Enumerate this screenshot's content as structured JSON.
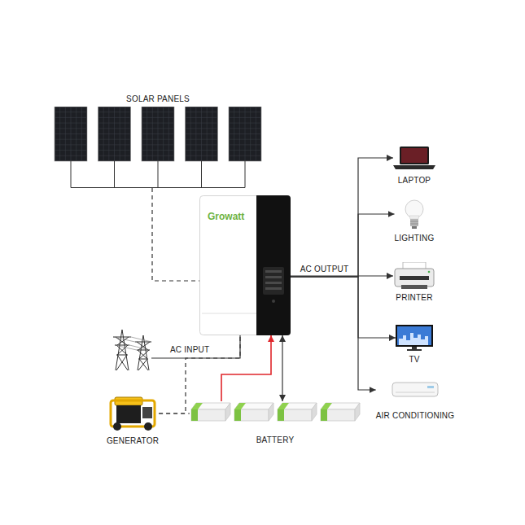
{
  "diagram": {
    "nodes": [
      {
        "text": [
          "SOLAR PANELS"
        ]
      },
      {
        "text": [
          "Growatt"
        ]
      },
      {
        "text": [
          "LAPTOP"
        ]
      },
      {
        "text": [
          "LIGHTING"
        ]
      },
      {
        "text": [
          "PRINTER"
        ]
      },
      {
        "text": [
          "TV"
        ]
      },
      {
        "text": [
          "AIR CONDITIONING"
        ]
      },
      {
        "text": [
          "GENERATOR"
        ]
      },
      {
        "text": [
          "BATTERY"
        ]
      }
    ],
    "edges": [
      {
        "from": 0,
        "to": 1,
        "arrow": "none"
      },
      {
        "from": 1,
        "to": 2,
        "arrow": "to"
      },
      {
        "from": 1,
        "to": 3,
        "arrow": "to"
      },
      {
        "from": 1,
        "to": 4,
        "arrow": "to",
        "label": "AC OUTPUT"
      },
      {
        "from": 1,
        "to": 5,
        "arrow": "to"
      },
      {
        "from": 1,
        "to": 6,
        "arrow": "to"
      },
      {
        "from": 7,
        "to": 1,
        "arrow": "none"
      },
      {
        "from": 7,
        "to": 8,
        "arrow": "none"
      },
      {
        "from": 1,
        "to": 8,
        "arrow": "both"
      },
      {
        "from": 8,
        "to": 1,
        "arrow": "to"
      }
    ],
    "labels": [
      "AC INPUT"
    ]
  }
}
